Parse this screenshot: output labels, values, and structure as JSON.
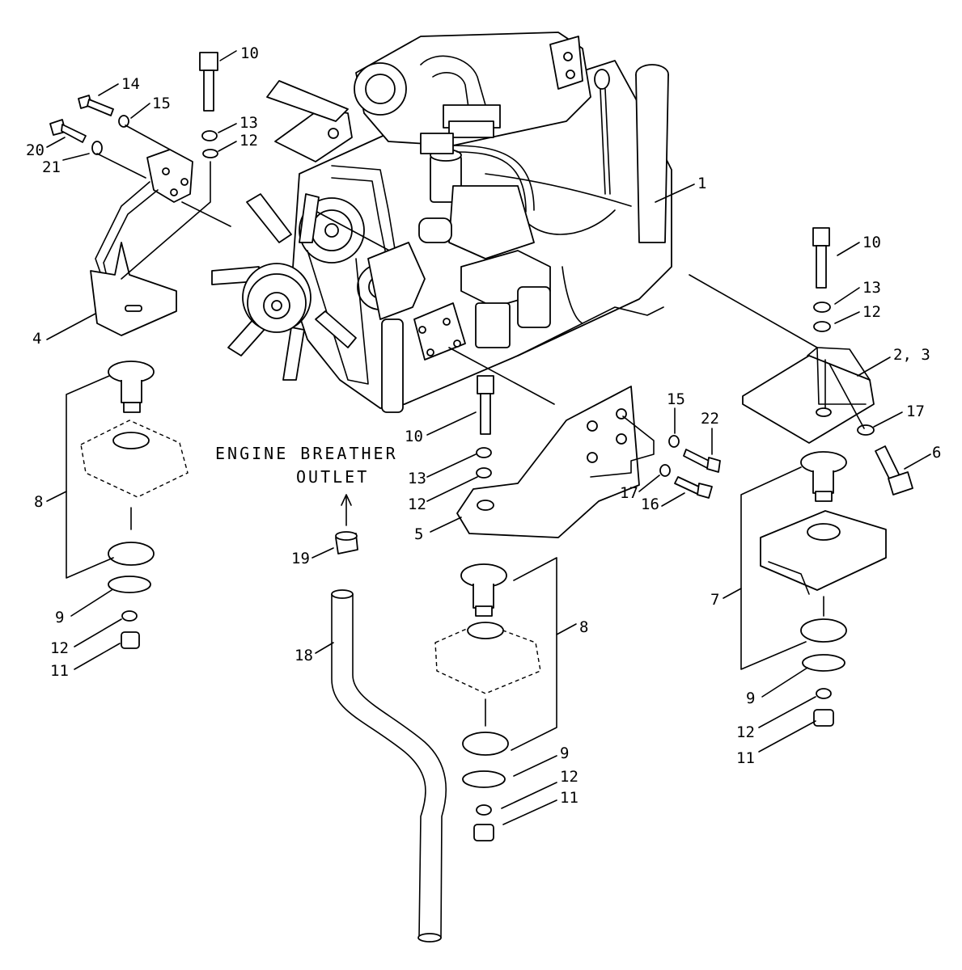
{
  "note": {
    "line1": "ENGINE BREATHER",
    "line2": "OUTLET"
  },
  "callouts": {
    "c1": "1",
    "c23": "2, 3",
    "c4": "4",
    "c5": "5",
    "c6": "6",
    "c7": "7",
    "c8_left": "8",
    "c8_center": "8",
    "c9_left": "9",
    "c9_center": "9",
    "c9_right": "9",
    "c10_top": "10",
    "c10_center": "10",
    "c10_right": "10",
    "c11_left": "11",
    "c11_center": "11",
    "c11_right": "11",
    "c12_top": "12",
    "c12_left": "12",
    "c12_center_bracket": "12",
    "c12_center_lower": "12",
    "c12_right_upper": "12",
    "c12_right_lower": "12",
    "c13_top": "13",
    "c13_center": "13",
    "c13_right": "13",
    "c14": "14",
    "c15_top": "15",
    "c15_right": "15",
    "c16": "16",
    "c17_center": "17",
    "c17_right": "17",
    "c18": "18",
    "c19": "19",
    "c20": "20",
    "c21": "21",
    "c22": "22"
  }
}
